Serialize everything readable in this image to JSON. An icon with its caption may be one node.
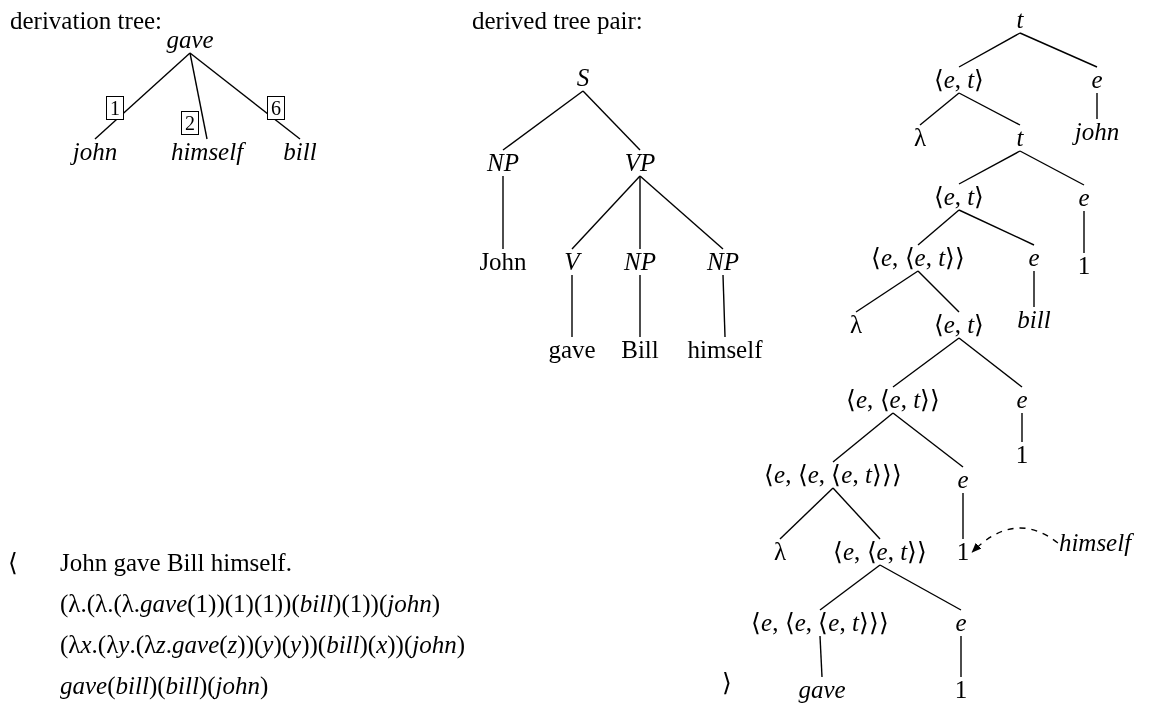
{
  "diagram": {
    "nodes": [
      {
        "text": [
          "gave"
        ]
      },
      {
        "text": [
          "john"
        ]
      },
      {
        "text": [
          "himself"
        ]
      },
      {
        "text": [
          "bill"
        ]
      },
      {
        "text": [
          "S"
        ]
      },
      {
        "text": [
          "NP"
        ]
      },
      {
        "text": [
          "VP"
        ]
      },
      {
        "text": [
          "John"
        ]
      },
      {
        "text": [
          "V"
        ]
      },
      {
        "text": [
          "NP"
        ]
      },
      {
        "text": [
          "NP"
        ]
      },
      {
        "text": [
          "gave"
        ]
      },
      {
        "text": [
          "Bill"
        ]
      },
      {
        "text": [
          "himself"
        ]
      },
      {
        "text": [
          "t"
        ]
      },
      {
        "text": [
          "⟨*e*, *t*⟩"
        ]
      },
      {
        "text": [
          "e"
        ]
      },
      {
        "text": [
          "λ"
        ]
      },
      {
        "text": [
          "t"
        ]
      },
      {
        "text": [
          "john"
        ]
      },
      {
        "text": [
          "⟨*e*, *t*⟩"
        ]
      },
      {
        "text": [
          "e"
        ]
      },
      {
        "text": [
          "⟨*e*, ⟨*e*, *t*⟩⟩"
        ]
      },
      {
        "text": [
          "e"
        ]
      },
      {
        "text": [
          "1"
        ]
      },
      {
        "text": [
          "λ"
        ]
      },
      {
        "text": [
          "⟨*e*, *t*⟩"
        ]
      },
      {
        "text": [
          "bill"
        ]
      },
      {
        "text": [
          "⟨*e*, ⟨*e*, *t*⟩⟩"
        ]
      },
      {
        "text": [
          "e"
        ]
      },
      {
        "text": [
          "1"
        ]
      },
      {
        "text": [
          "⟨*e*, ⟨*e*, ⟨*e*, *t*⟩⟩⟩"
        ]
      },
      {
        "text": [
          "e"
        ]
      },
      {
        "text": [
          "λ"
        ]
      },
      {
        "text": [
          "⟨*e*, ⟨*e*, *t*⟩⟩"
        ]
      },
      {
        "text": [
          "1"
        ]
      },
      {
        "text": [
          "himself"
        ]
      },
      {
        "text": [
          "⟨*e*, ⟨*e*, ⟨*e*, *t*⟩⟩⟩"
        ]
      },
      {
        "text": [
          "e"
        ]
      },
      {
        "text": [
          "gave"
        ]
      },
      {
        "text": [
          "1"
        ]
      }
    ],
    "edges": [
      {
        "from": 0,
        "to": 1,
        "arrow": "none",
        "label": "1"
      },
      {
        "from": 0,
        "to": 2,
        "arrow": "none",
        "label": "2"
      },
      {
        "from": 0,
        "to": 3,
        "arrow": "none",
        "label": "6"
      },
      {
        "from": 4,
        "to": 5,
        "arrow": "none"
      },
      {
        "from": 4,
        "to": 6,
        "arrow": "none"
      },
      {
        "from": 5,
        "to": 7,
        "arrow": "none"
      },
      {
        "from": 6,
        "to": 8,
        "arrow": "none"
      },
      {
        "from": 6,
        "to": 9,
        "arrow": "none"
      },
      {
        "from": 6,
        "to": 10,
        "arrow": "none"
      },
      {
        "from": 8,
        "to": 11,
        "arrow": "none"
      },
      {
        "from": 9,
        "to": 12,
        "arrow": "none"
      },
      {
        "from": 10,
        "to": 13,
        "arrow": "none"
      },
      {
        "from": 14,
        "to": 15,
        "arrow": "none"
      },
      {
        "from": 14,
        "to": 16,
        "arrow": "none"
      },
      {
        "from": 15,
        "to": 17,
        "arrow": "none"
      },
      {
        "from": 15,
        "to": 18,
        "arrow": "none"
      },
      {
        "from": 16,
        "to": 19,
        "arrow": "none"
      },
      {
        "from": 18,
        "to": 20,
        "arrow": "none"
      },
      {
        "from": 18,
        "to": 21,
        "arrow": "none"
      },
      {
        "from": 20,
        "to": 22,
        "arrow": "none"
      },
      {
        "from": 20,
        "to": 23,
        "arrow": "none"
      },
      {
        "from": 21,
        "to": 24,
        "arrow": "none"
      },
      {
        "from": 22,
        "to": 25,
        "arrow": "none"
      },
      {
        "from": 22,
        "to": 26,
        "arrow": "none"
      },
      {
        "from": 23,
        "to": 27,
        "arrow": "none"
      },
      {
        "from": 26,
        "to": 28,
        "arrow": "none"
      },
      {
        "from": 26,
        "to": 29,
        "arrow": "none"
      },
      {
        "from": 29,
        "to": 30,
        "arrow": "none"
      },
      {
        "from": 28,
        "to": 31,
        "arrow": "none"
      },
      {
        "from": 28,
        "to": 32,
        "arrow": "none"
      },
      {
        "from": 31,
        "to": 33,
        "arrow": "none"
      },
      {
        "from": 31,
        "to": 34,
        "arrow": "none"
      },
      {
        "from": 32,
        "to": 35,
        "arrow": "none"
      },
      {
        "from": 34,
        "to": 37,
        "arrow": "none"
      },
      {
        "from": 34,
        "to": 38,
        "arrow": "none"
      },
      {
        "from": 37,
        "to": 39,
        "arrow": "none"
      },
      {
        "from": 38,
        "to": 40,
        "arrow": "none"
      },
      {
        "from": 36,
        "to": 35,
        "arrow": "to",
        "style": "dashed"
      }
    ],
    "labels": [
      "derivation tree:",
      "derived tree pair:",
      "⟨",
      "John gave Bill himself.",
      "(λ.(λ.(λ.*gave*(1))(1)(1))(*bill*)(1))(*john*)",
      "(λx.(λy.(λz.gave(z))(y)(y))(bill)(x))(john)",
      "*gave*(*bill*)(*bill*)(*john*)",
      "⟩"
    ]
  }
}
